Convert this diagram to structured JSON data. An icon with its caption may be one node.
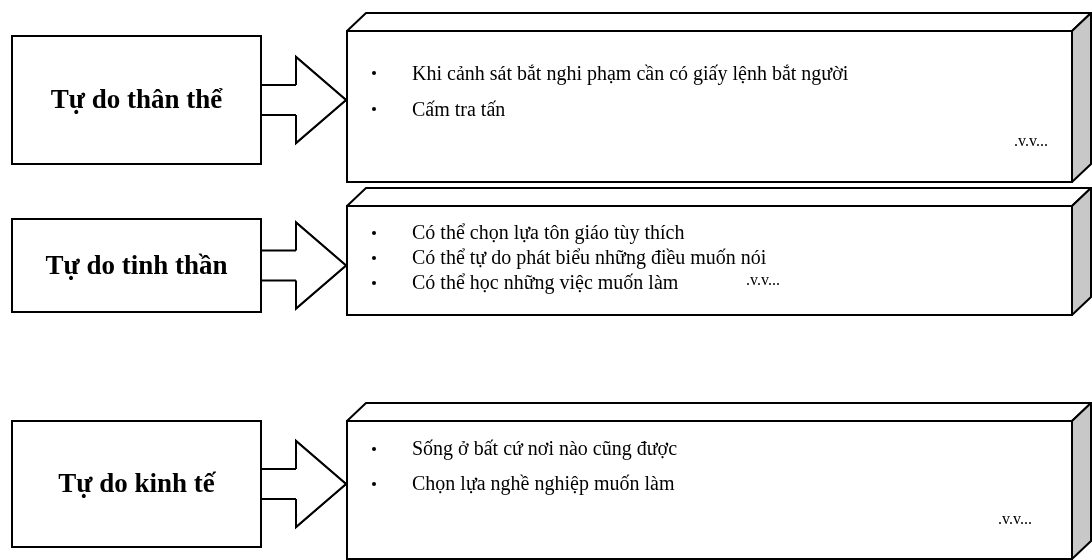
{
  "diagram": {
    "nodes": [
      {
        "text": [
          "Tự do thân thể"
        ]
      },
      {
        "text": [
          "Khi cảnh sát bắt nghi phạm cần có giấy lệnh bắt người",
          "Cấm tra tấn",
          ".v.v..."
        ]
      },
      {
        "text": [
          "Tự do tinh thần"
        ]
      },
      {
        "text": [
          "Có thể chọn lựa tôn giáo tùy thích",
          "Có thể tự do phát biểu những điều muốn nói",
          "Có thể học những việc muốn làm",
          ".v.v..."
        ]
      },
      {
        "text": [
          "Tự do kinh tế"
        ]
      },
      {
        "text": [
          "Sống ở bất cứ nơi nào cũng được",
          "Chọn lựa nghề nghiệp muốn làm",
          ".v.v..."
        ]
      }
    ],
    "edges": [
      {
        "from": 0,
        "to": 1,
        "arrow": "to"
      },
      {
        "from": 2,
        "to": 3,
        "arrow": "to"
      },
      {
        "from": 4,
        "to": 5,
        "arrow": "to"
      }
    ]
  }
}
